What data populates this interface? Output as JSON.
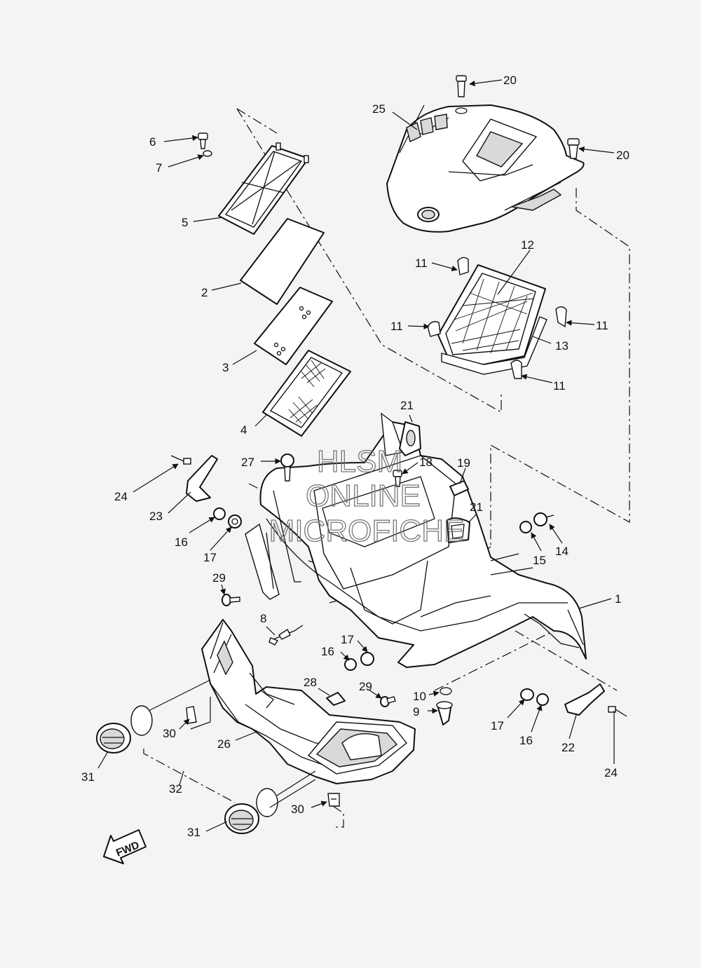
{
  "watermark": {
    "lines": [
      "HLSM",
      "ONLINE",
      "MICROFICHE"
    ]
  },
  "direction_marker": {
    "label": "FWD"
  },
  "callouts": [
    {
      "id": "c-20a",
      "label": "20"
    },
    {
      "id": "c-20b",
      "label": "20"
    },
    {
      "id": "c-25",
      "label": "25"
    },
    {
      "id": "c-6",
      "label": "6"
    },
    {
      "id": "c-7",
      "label": "7"
    },
    {
      "id": "c-5",
      "label": "5"
    },
    {
      "id": "c-2",
      "label": "2"
    },
    {
      "id": "c-3",
      "label": "3"
    },
    {
      "id": "c-4",
      "label": "4"
    },
    {
      "id": "c-12",
      "label": "12"
    },
    {
      "id": "c-11a",
      "label": "11"
    },
    {
      "id": "c-11b",
      "label": "11"
    },
    {
      "id": "c-11c",
      "label": "11"
    },
    {
      "id": "c-11d",
      "label": "11"
    },
    {
      "id": "c-13",
      "label": "13"
    },
    {
      "id": "c-21a",
      "label": "21"
    },
    {
      "id": "c-21b",
      "label": "21"
    },
    {
      "id": "c-27",
      "label": "27"
    },
    {
      "id": "c-18",
      "label": "18"
    },
    {
      "id": "c-19",
      "label": "19"
    },
    {
      "id": "c-24a",
      "label": "24"
    },
    {
      "id": "c-23",
      "label": "23"
    },
    {
      "id": "c-16a",
      "label": "16"
    },
    {
      "id": "c-17a",
      "label": "17"
    },
    {
      "id": "c-14",
      "label": "14"
    },
    {
      "id": "c-15",
      "label": "15"
    },
    {
      "id": "c-29a",
      "label": "29"
    },
    {
      "id": "c-1",
      "label": "1"
    },
    {
      "id": "c-8",
      "label": "8"
    },
    {
      "id": "c-17b",
      "label": "17"
    },
    {
      "id": "c-16b",
      "label": "16"
    },
    {
      "id": "c-28",
      "label": "28"
    },
    {
      "id": "c-29b",
      "label": "29"
    },
    {
      "id": "c-10",
      "label": "10"
    },
    {
      "id": "c-9",
      "label": "9"
    },
    {
      "id": "c-17c",
      "label": "17"
    },
    {
      "id": "c-16c",
      "label": "16"
    },
    {
      "id": "c-22",
      "label": "22"
    },
    {
      "id": "c-24b",
      "label": "24"
    },
    {
      "id": "c-30a",
      "label": "30"
    },
    {
      "id": "c-26",
      "label": "26"
    },
    {
      "id": "c-31a",
      "label": "31"
    },
    {
      "id": "c-32",
      "label": "32"
    },
    {
      "id": "c-30b",
      "label": "30"
    },
    {
      "id": "c-31b",
      "label": "31"
    }
  ]
}
